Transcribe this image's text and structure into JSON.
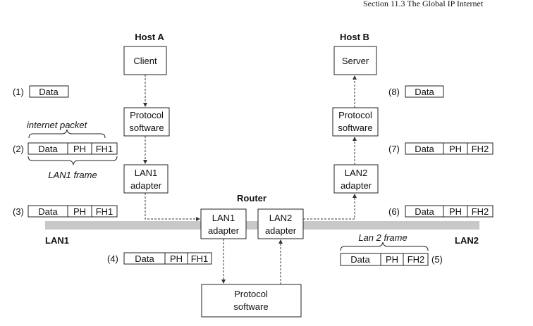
{
  "header": "Section 11.3   The Global IP Internet",
  "hosts": {
    "a": "Host A",
    "b": "Host B",
    "router": "Router"
  },
  "boxes": {
    "client": "Client",
    "server": "Server",
    "proto_a": [
      "Protocol",
      "software"
    ],
    "proto_b": [
      "Protocol",
      "software"
    ],
    "lan1_adapter_a": [
      "LAN1",
      "adapter"
    ],
    "lan2_adapter_b": [
      "LAN2",
      "adapter"
    ],
    "router_lan1": [
      "LAN1",
      "adapter"
    ],
    "router_lan2": [
      "LAN2",
      "adapter"
    ],
    "router_proto": [
      "Protocol",
      "software"
    ]
  },
  "lans": {
    "lan1": "LAN1",
    "lan2": "LAN2"
  },
  "annotations": {
    "internet_packet": "internet packet",
    "lan1_frame": "LAN1 frame",
    "lan2_frame": "Lan 2 frame"
  },
  "steps": {
    "s1": {
      "label": "(1)",
      "fields": [
        "Data"
      ]
    },
    "s2": {
      "label": "(2)",
      "fields": [
        "Data",
        "PH",
        "FH1"
      ]
    },
    "s3": {
      "label": "(3)",
      "fields": [
        "Data",
        "PH",
        "FH1"
      ]
    },
    "s4": {
      "label": "(4)",
      "fields": [
        "Data",
        "PH",
        "FH1"
      ]
    },
    "s5": {
      "label": "(5)",
      "fields": [
        "Data",
        "PH",
        "FH2"
      ]
    },
    "s6": {
      "label": "(6)",
      "fields": [
        "Data",
        "PH",
        "FH2"
      ]
    },
    "s7": {
      "label": "(7)",
      "fields": [
        "Data",
        "PH",
        "FH2"
      ]
    },
    "s8": {
      "label": "(8)",
      "fields": [
        "Data"
      ]
    }
  }
}
